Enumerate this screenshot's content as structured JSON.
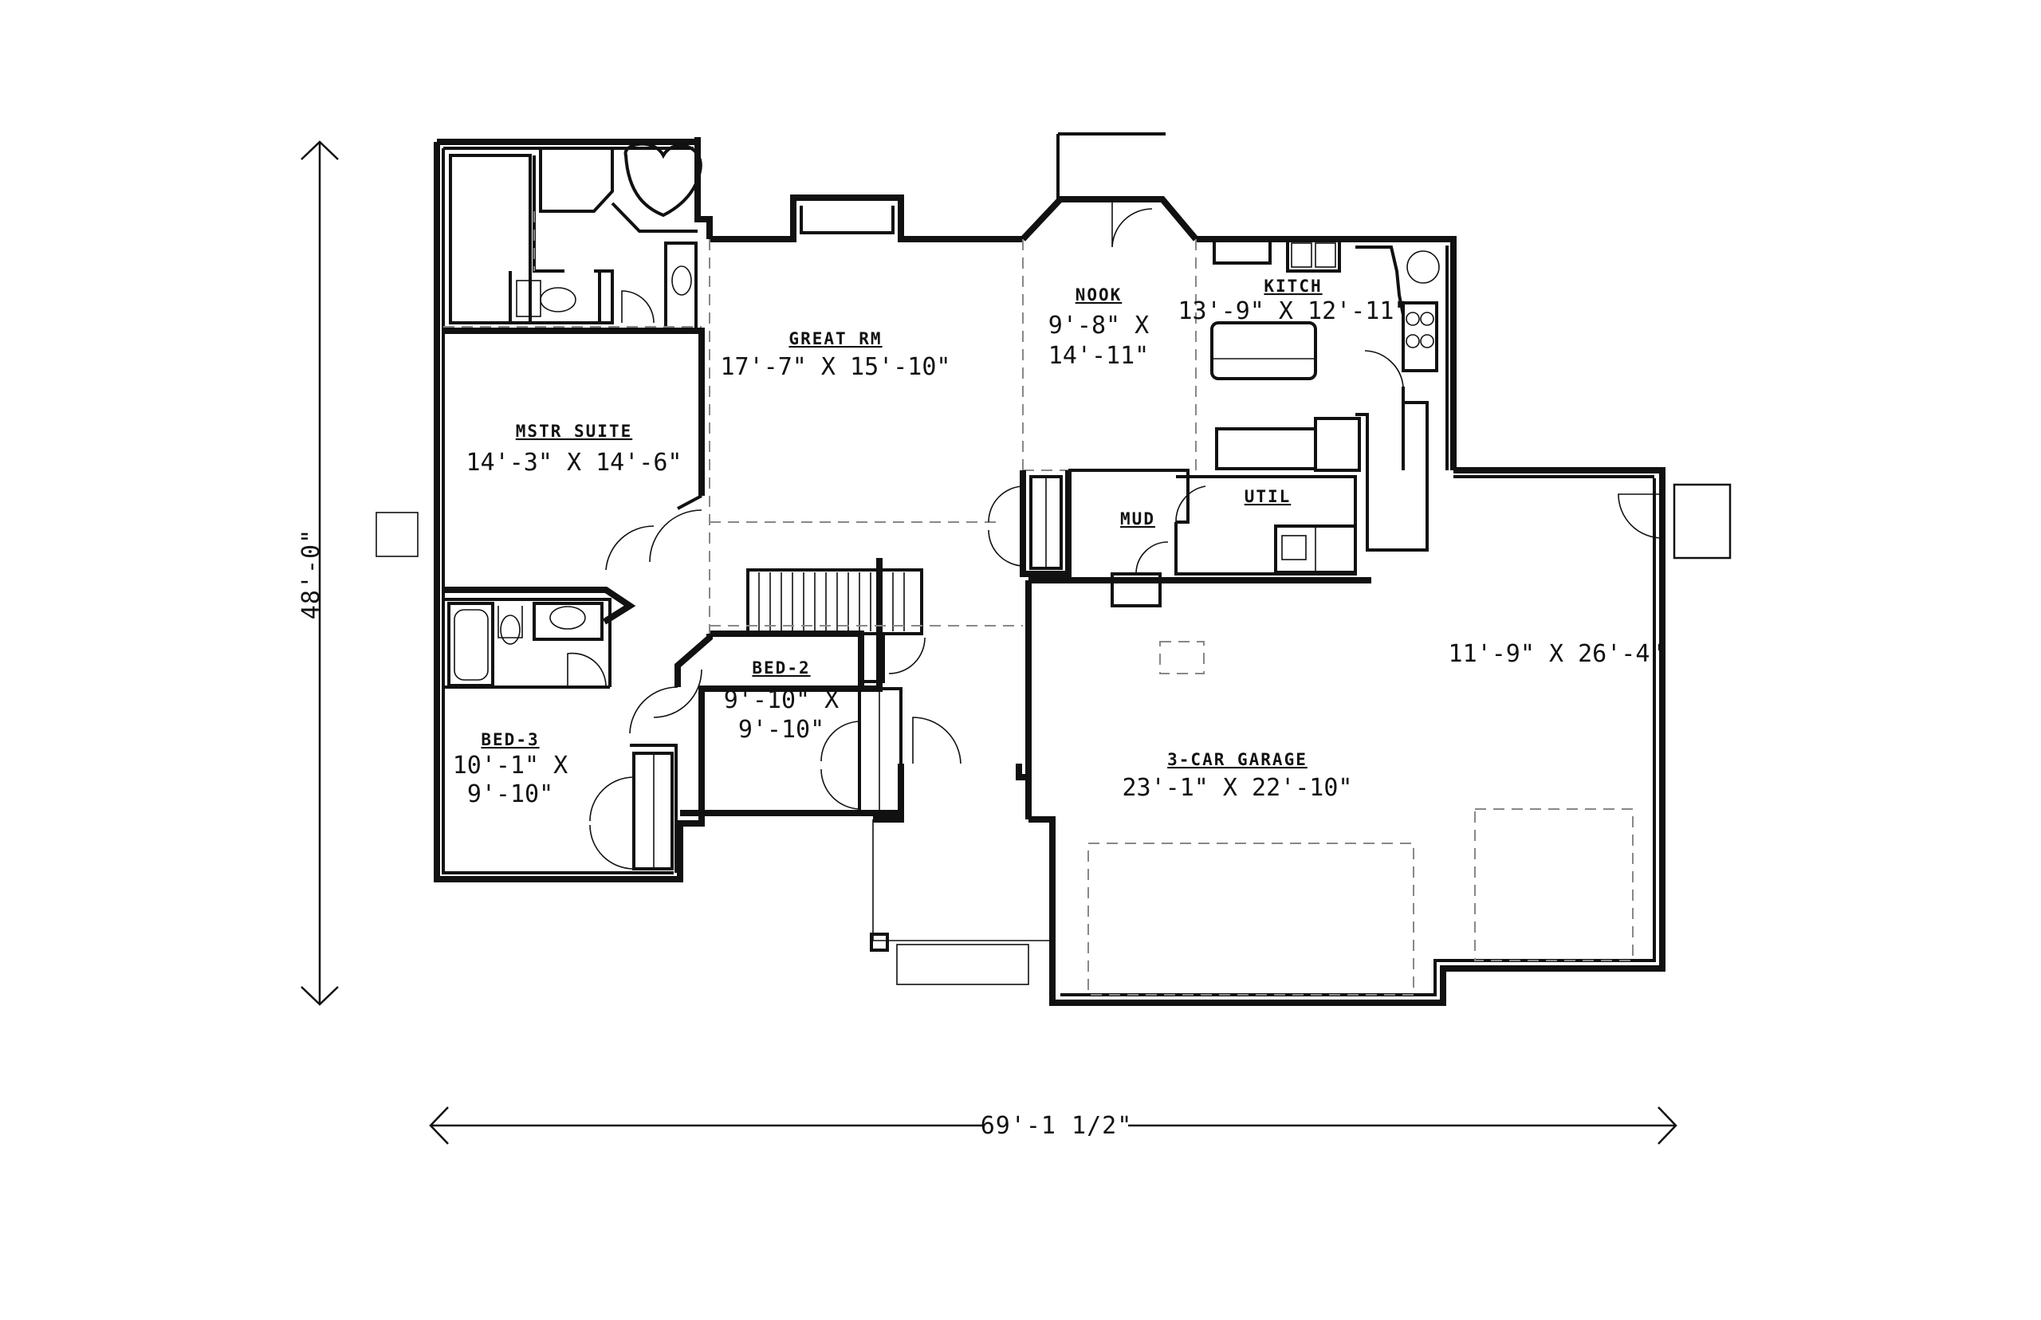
{
  "overall": {
    "depth": "48'-0\"",
    "width": "69'-1 1/2\""
  },
  "rooms": {
    "great_rm": {
      "name": "GREAT RM",
      "dims": "17'-7\" X 15'-10\""
    },
    "nook": {
      "name": "NOOK",
      "dims_1": "9'-8\" X",
      "dims_2": "14'-11\""
    },
    "kitch": {
      "name": "KITCH",
      "dims": "13'-9\" X 12'-11\""
    },
    "mstr_suite": {
      "name": "MSTR SUITE",
      "dims": "14'-3\" X 14'-6\""
    },
    "mud": {
      "name": "MUD"
    },
    "util": {
      "name": "UTIL"
    },
    "bed_2": {
      "name": "BED-2",
      "dims_1": "9'-10\" X",
      "dims_2": "9'-10\""
    },
    "bed_3": {
      "name": "BED-3",
      "dims_1": "10'-1\" X",
      "dims_2": "9'-10\""
    },
    "garage": {
      "name": "3-CAR GARAGE",
      "dims": "23'-1\" X 22'-10\"",
      "extra_dims": "11'-9\" X 26'-4\""
    }
  }
}
